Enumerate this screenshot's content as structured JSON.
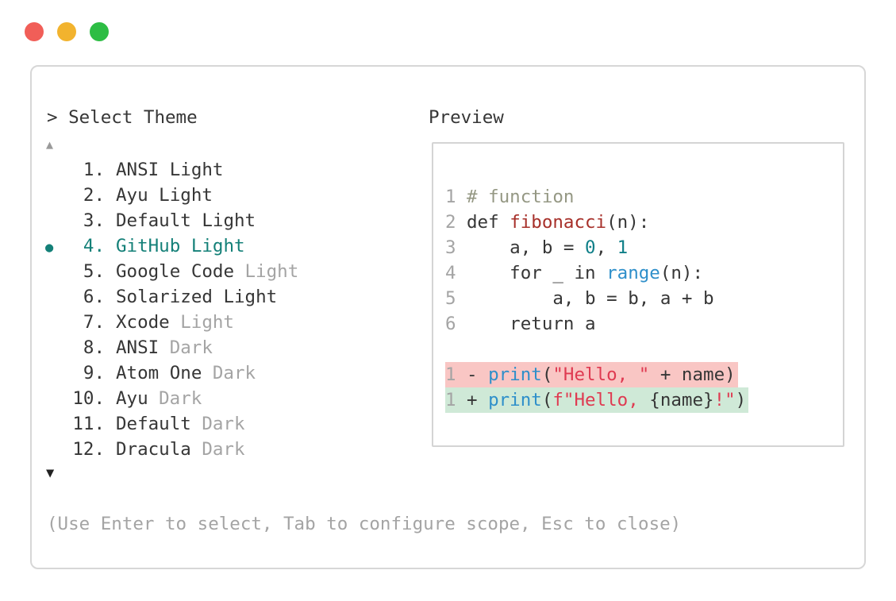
{
  "colors": {
    "light_red": "#f15e58",
    "light_yellow": "#f2b32e",
    "light_green": "#2dbd44",
    "border_window": "#d7d7d7",
    "border_preview": "#d4d4d4",
    "text_dark": "#363636",
    "text_gray": "#a4a4a4",
    "accent_teal": "#148078",
    "comment_olive": "#959884",
    "defname_red": "#a7302a",
    "number_teal": "#0f7f88",
    "builtin_blue": "#2e8fca",
    "string_red": "#df3a51",
    "diff_removed_bg": "#f9c6c4",
    "diff_added_bg": "#cfe9d7"
  },
  "header": {
    "prompt": "> Select Theme",
    "preview_label": "Preview"
  },
  "theme_list": {
    "scroll_up_char": "▲",
    "scroll_down_char": "▼",
    "bullet_char": "●",
    "selected_number": "4.",
    "items": [
      {
        "num": "1.",
        "name": "ANSI Light",
        "suffix": "",
        "selected": false
      },
      {
        "num": "2.",
        "name": "Ayu Light",
        "suffix": "",
        "selected": false
      },
      {
        "num": "3.",
        "name": "Default Light",
        "suffix": "",
        "selected": false
      },
      {
        "num": "4.",
        "name": "GitHub Light",
        "suffix": "",
        "selected": true
      },
      {
        "num": "5.",
        "name": "Google Code",
        "suffix": "Light",
        "selected": false
      },
      {
        "num": "6.",
        "name": "Solarized Light",
        "suffix": "",
        "selected": false
      },
      {
        "num": "7.",
        "name": "Xcode",
        "suffix": "Light",
        "selected": false
      },
      {
        "num": "8.",
        "name": "ANSI",
        "suffix": "Dark",
        "selected": false
      },
      {
        "num": "9.",
        "name": "Atom One",
        "suffix": "Dark",
        "selected": false
      },
      {
        "num": "10.",
        "name": "Ayu",
        "suffix": "Dark",
        "selected": false
      },
      {
        "num": "11.",
        "name": "Default",
        "suffix": "Dark",
        "selected": false
      },
      {
        "num": "12.",
        "name": "Dracula",
        "suffix": "Dark",
        "selected": false
      }
    ]
  },
  "preview": {
    "code": {
      "lines": [
        {
          "ln": "1",
          "segs": [
            {
              "t": "# function",
              "c": "comment"
            }
          ]
        },
        {
          "ln": "2",
          "segs": [
            {
              "t": "def ",
              "c": "plain"
            },
            {
              "t": "fibonacci",
              "c": "defname"
            },
            {
              "t": "(n):",
              "c": "plain"
            }
          ]
        },
        {
          "ln": "3",
          "segs": [
            {
              "t": "    a, b = ",
              "c": "plain"
            },
            {
              "t": "0",
              "c": "number"
            },
            {
              "t": ", ",
              "c": "plain"
            },
            {
              "t": "1",
              "c": "number"
            }
          ]
        },
        {
          "ln": "4",
          "segs": [
            {
              "t": "    for _ in ",
              "c": "plain"
            },
            {
              "t": "range",
              "c": "builtin"
            },
            {
              "t": "(n):",
              "c": "plain"
            }
          ]
        },
        {
          "ln": "5",
          "segs": [
            {
              "t": "        a, b = b, a + b",
              "c": "plain"
            }
          ]
        },
        {
          "ln": "6",
          "segs": [
            {
              "t": "    return a",
              "c": "plain"
            }
          ]
        }
      ],
      "diff_removed": {
        "ln": "1",
        "segs": [
          {
            "t": "- ",
            "c": "plain"
          },
          {
            "t": "print",
            "c": "builtin"
          },
          {
            "t": "(",
            "c": "plain"
          },
          {
            "t": "\"Hello, \"",
            "c": "string"
          },
          {
            "t": " + name)",
            "c": "plain"
          }
        ]
      },
      "diff_added": {
        "ln": "1",
        "segs": [
          {
            "t": "+ ",
            "c": "plain"
          },
          {
            "t": "print",
            "c": "builtin"
          },
          {
            "t": "(",
            "c": "plain"
          },
          {
            "t": "f\"Hello, ",
            "c": "string"
          },
          {
            "t": "{name}",
            "c": "plain"
          },
          {
            "t": "!\"",
            "c": "string"
          },
          {
            "t": ")",
            "c": "plain"
          }
        ]
      }
    }
  },
  "footer": {
    "hint": "(Use Enter to select, Tab to configure scope, Esc to close)"
  }
}
